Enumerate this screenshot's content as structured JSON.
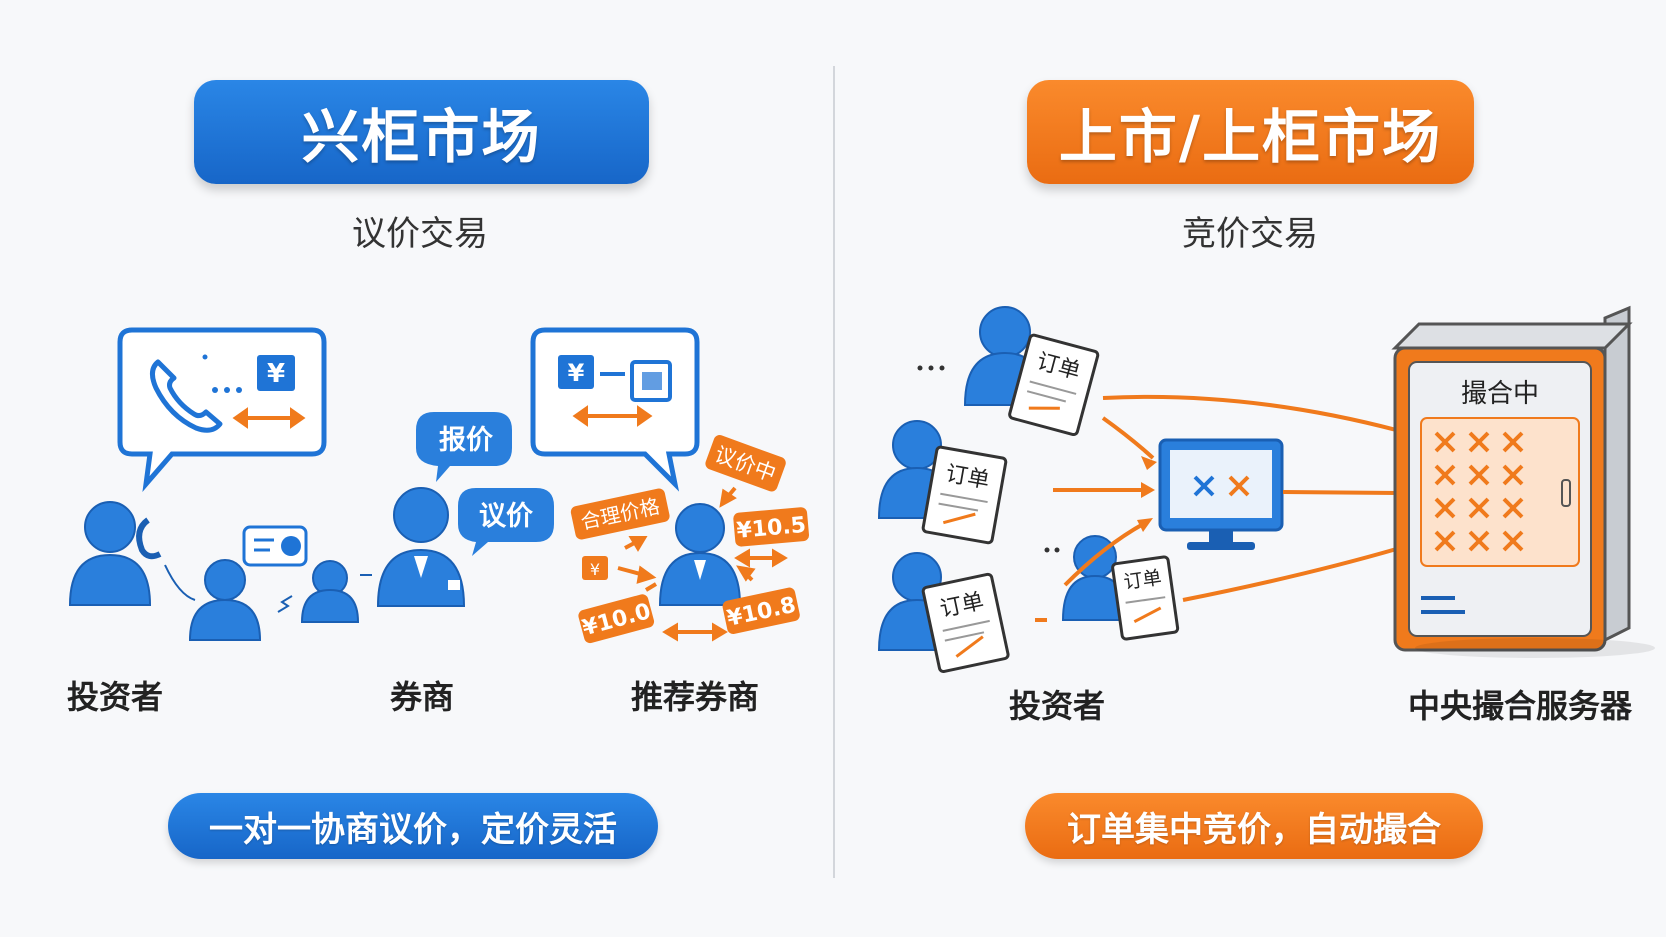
{
  "left": {
    "title": "兴柜市场",
    "subtitle": "议价交易",
    "bubble_quote": "报价",
    "bubble_negotiate": "议价",
    "tag_negotiating": "议价中",
    "tag_reasonable_price": "合理价格",
    "price_1": "¥10.5",
    "price_2": "¥10.0",
    "price_3": "¥10.8",
    "yen_symbol": "¥",
    "label_investor": "投资者",
    "label_broker": "券商",
    "label_recommend_broker": "推荐券商",
    "summary": "一对一协商议价，定价灵活"
  },
  "right": {
    "title": "上市/上柜市场",
    "subtitle": "竞价交易",
    "order_label": "订单",
    "server_label": "撮合中",
    "label_investor": "投资者",
    "label_server": "中央撮合服务器",
    "summary": "订单集中竞价，自动撮合"
  },
  "colors": {
    "blue": "#1f74d6",
    "orange": "#f07a1c",
    "person_blue": "#2a7fdc"
  }
}
